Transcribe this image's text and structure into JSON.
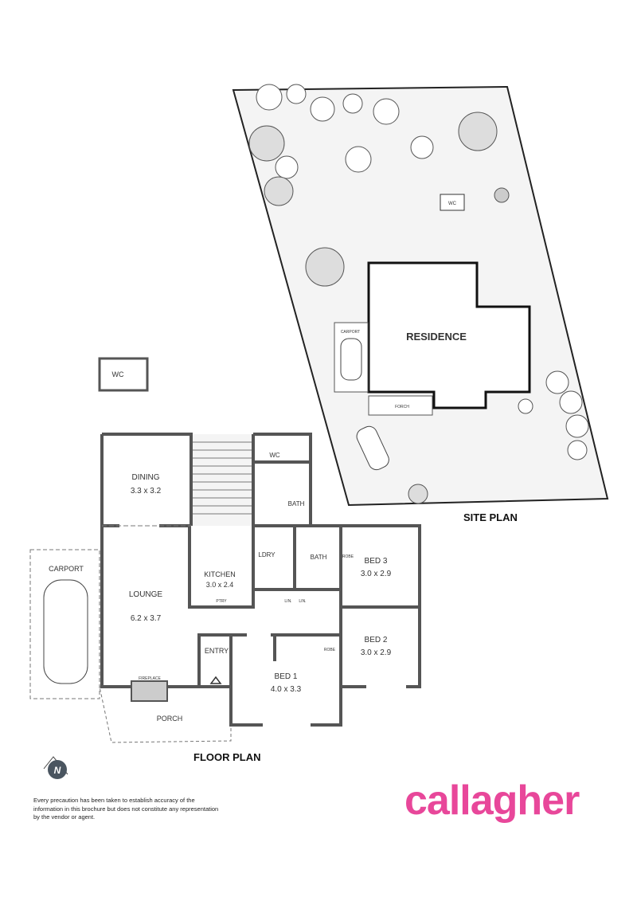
{
  "site_plan": {
    "title": "SITE PLAN",
    "labels": {
      "residence": "RESIDENCE",
      "carport": "CARPORT",
      "porch": "FORCH",
      "wc": "WC"
    }
  },
  "detached_wc": {
    "label": "WC"
  },
  "floor_plan": {
    "title": "FLOOR PLAN",
    "rooms": {
      "dining": {
        "name": "DINING",
        "size": "3.3 x 3.2"
      },
      "lounge": {
        "name": "LOUNGE",
        "size": "6.2 x 3.7"
      },
      "kitchen": {
        "name": "KITCHEN",
        "size": "3.0 x 2.4"
      },
      "bed1": {
        "name": "BED 1",
        "size": "4.0 x 3.3"
      },
      "bed2": {
        "name": "BED 2",
        "size": "3.0 x 2.9"
      },
      "bed3": {
        "name": "BED 3",
        "size": "3.0 x 2.9"
      },
      "wc": {
        "name": "WC"
      },
      "bath_upper": {
        "name": "BATH"
      },
      "bath": {
        "name": "BATH"
      },
      "ldry": {
        "name": "LDRY"
      },
      "entry": {
        "name": "ENTRY"
      },
      "carport": {
        "name": "CARPORT"
      },
      "porch": {
        "name": "PORCH"
      },
      "fireplace": {
        "name": "FIREPLACE"
      },
      "ptry": {
        "name": "PTRY"
      },
      "lin1": {
        "name": "LIN."
      },
      "lin2": {
        "name": "LIN."
      },
      "robe1": {
        "name": "ROBE"
      },
      "robe3": {
        "name": "ROBE"
      }
    }
  },
  "compass": {
    "letter": "N"
  },
  "disclaimer": "Every precaution has been taken to establish accuracy of the information in this brochure but does not constitute any representation by the vendor or agent.",
  "brand": {
    "name": "callagher",
    "color": "#e8479a"
  }
}
